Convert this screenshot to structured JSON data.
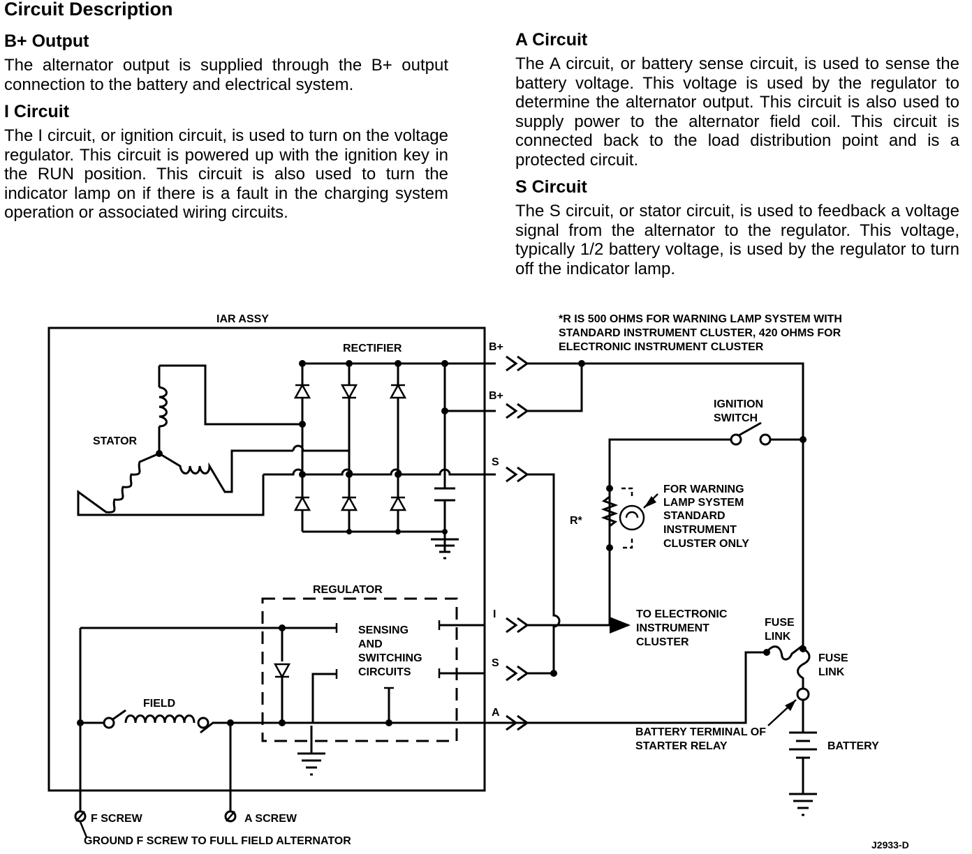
{
  "document": {
    "title": "Circuit Description",
    "sections": [
      {
        "heading": "B+ Output",
        "body": "The alternator output is supplied through the B+ output connection to the battery and electrical system."
      },
      {
        "heading": "I Circuit",
        "body": "The I circuit, or ignition circuit, is used to turn on the voltage regulator. This circuit is powered up with the ignition key in the RUN position. This circuit is also used to turn the indicator lamp on if there is a fault in the charging system operation or associated wiring circuits."
      },
      {
        "heading": "A Circuit",
        "body": "The A circuit, or battery sense circuit, is used to sense the battery voltage. This voltage is used by the regulator to determine the alternator output. This circuit is also used to supply power to the alternator field coil. This circuit is connected back to the load distribution point and is a protected circuit."
      },
      {
        "heading": "S Circuit",
        "body": "The S circuit, or stator circuit, is used to feedback a voltage signal from the alternator to the regulator. This voltage, typically 1/2 battery voltage, is used by the regulator to turn off the indicator lamp."
      }
    ]
  },
  "diagram": {
    "labels": {
      "iar_assy": "IAR ASSY",
      "rectifier": "RECTIFIER",
      "stator": "STATOR",
      "regulator": "REGULATOR",
      "sensing_1": "SENSING",
      "sensing_2": "AND",
      "sensing_3": "SWITCHING",
      "sensing_4": "CIRCUITS",
      "field": "FIELD",
      "f_screw": "F SCREW",
      "a_screw": "A SCREW",
      "ground_note": "GROUND F SCREW TO FULL FIELD ALTERNATOR",
      "term_b1": "B+",
      "term_b2": "B+",
      "term_s1": "S",
      "term_i": "I",
      "term_s2": "S",
      "term_a": "A",
      "r_note_1": "*R IS 500 OHMS FOR WARNING LAMP SYSTEM WITH",
      "r_note_2": "STANDARD INSTRUMENT CLUSTER, 420 OHMS FOR",
      "r_note_3": "ELECTRONIC INSTRUMENT CLUSTER",
      "ignition_1": "IGNITION",
      "ignition_2": "SWITCH",
      "r_label": "R*",
      "lamp_1": "FOR WARNING",
      "lamp_2": "LAMP SYSTEM",
      "lamp_3": "STANDARD",
      "lamp_4": "INSTRUMENT",
      "lamp_5": "CLUSTER ONLY",
      "elec_1": "TO ELECTRONIC",
      "elec_2": "INSTRUMENT",
      "elec_3": "CLUSTER",
      "fuse1_1": "FUSE",
      "fuse1_2": "LINK",
      "fuse2_1": "FUSE",
      "fuse2_2": "LINK",
      "batt_term_1": "BATTERY TERMINAL OF",
      "batt_term_2": "STARTER RELAY",
      "battery": "BATTERY",
      "figure_id": "J2933-D"
    }
  }
}
